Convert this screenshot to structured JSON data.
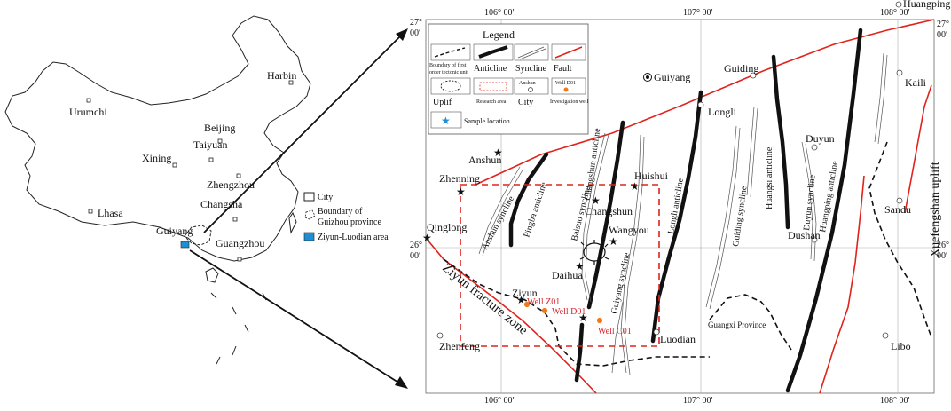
{
  "china_map": {
    "cities": [
      "Harbin",
      "Urumchi",
      "Beijing",
      "Taiyuan",
      "Xining",
      "Zhengzhou",
      "Changsha",
      "Lhasa",
      "Guiyang",
      "Guangzhou"
    ],
    "legend": {
      "city": "City",
      "boundary_line1": "Boundary of",
      "boundary_line2": "Guizhou province",
      "area": "Ziyun-Luodian area"
    }
  },
  "detail_map": {
    "coords": {
      "top_106": "106° 00′",
      "top_107": "107° 00′",
      "top_108": "108° 00′",
      "bottom_106": "106° 00′",
      "bottom_107": "107° 00′",
      "bottom_108": "108° 00′",
      "left_27_a": "27°",
      "left_27_b": "00′",
      "right_27_a": "27°",
      "right_27_b": "00′",
      "left_26_a": "26°",
      "left_26_b": "00′",
      "right_26_a": "26°",
      "right_26_b": "00′"
    },
    "legend": {
      "title": "Legend",
      "boundary_line1": "Boundary of first",
      "boundary_line2": "order tectonic unit",
      "anticline": "Anticline",
      "syncline": "Syncline",
      "fault": "Fault",
      "anshun_example": "Anshun",
      "well_example": "Well D01",
      "uplif": "Uplif",
      "research_area": "Research area",
      "city": "City",
      "investigation_well": "Investigation well",
      "sample_location": "Sample location"
    },
    "cities": {
      "huangping": "Huangping",
      "guiyang": "Guiyang",
      "guiding": "Guiding",
      "kaili": "Kaili",
      "longli": "Longli",
      "duyun": "Duyun",
      "anshun": "Anshun",
      "huishui": "Huishui",
      "zhenning": "Zhenning",
      "changshun": "Changshun",
      "wangyou": "Wangyou",
      "qinglong": "Qinglong",
      "dushan": "Dushan",
      "sandu": "Sandu",
      "daihua": "Daihua",
      "ziyun": "Ziyun",
      "luodian": "Luodian",
      "zhenfeng": "Zhenfeng",
      "libo": "Libo"
    },
    "wells": {
      "z01": "Well Z01",
      "d01": "Well D01",
      "c01": "Well C01"
    },
    "structures": {
      "anshun_syncline": "Anshun syncline",
      "pingba_anticline": "Pingba anticline",
      "baisuo_syncline": "Baisuo syncline",
      "changshun_anticline": "Changshun anticline",
      "guiyang_syncline": "Guiyang syncline",
      "longli_anticline": "Longli anticline",
      "guiding_syncline": "Guiding syncline",
      "huangsi_anticline": "Huangsi anticline",
      "duyun_syncline": "Duyun syncline",
      "huangping_anticline": "Huangping anticline",
      "ziyun_fracture_zone": "Ziyun fracture zone",
      "xuefengshan_uplift": "Xuefengshan uplift",
      "guangxi_province": "Guangxi Province"
    }
  },
  "colors": {
    "fault": "#e0231c",
    "research_area": "#e0231c",
    "sample_star": "#1e8fd6",
    "well": "#f07a1a",
    "well_label": "#d8232a"
  }
}
